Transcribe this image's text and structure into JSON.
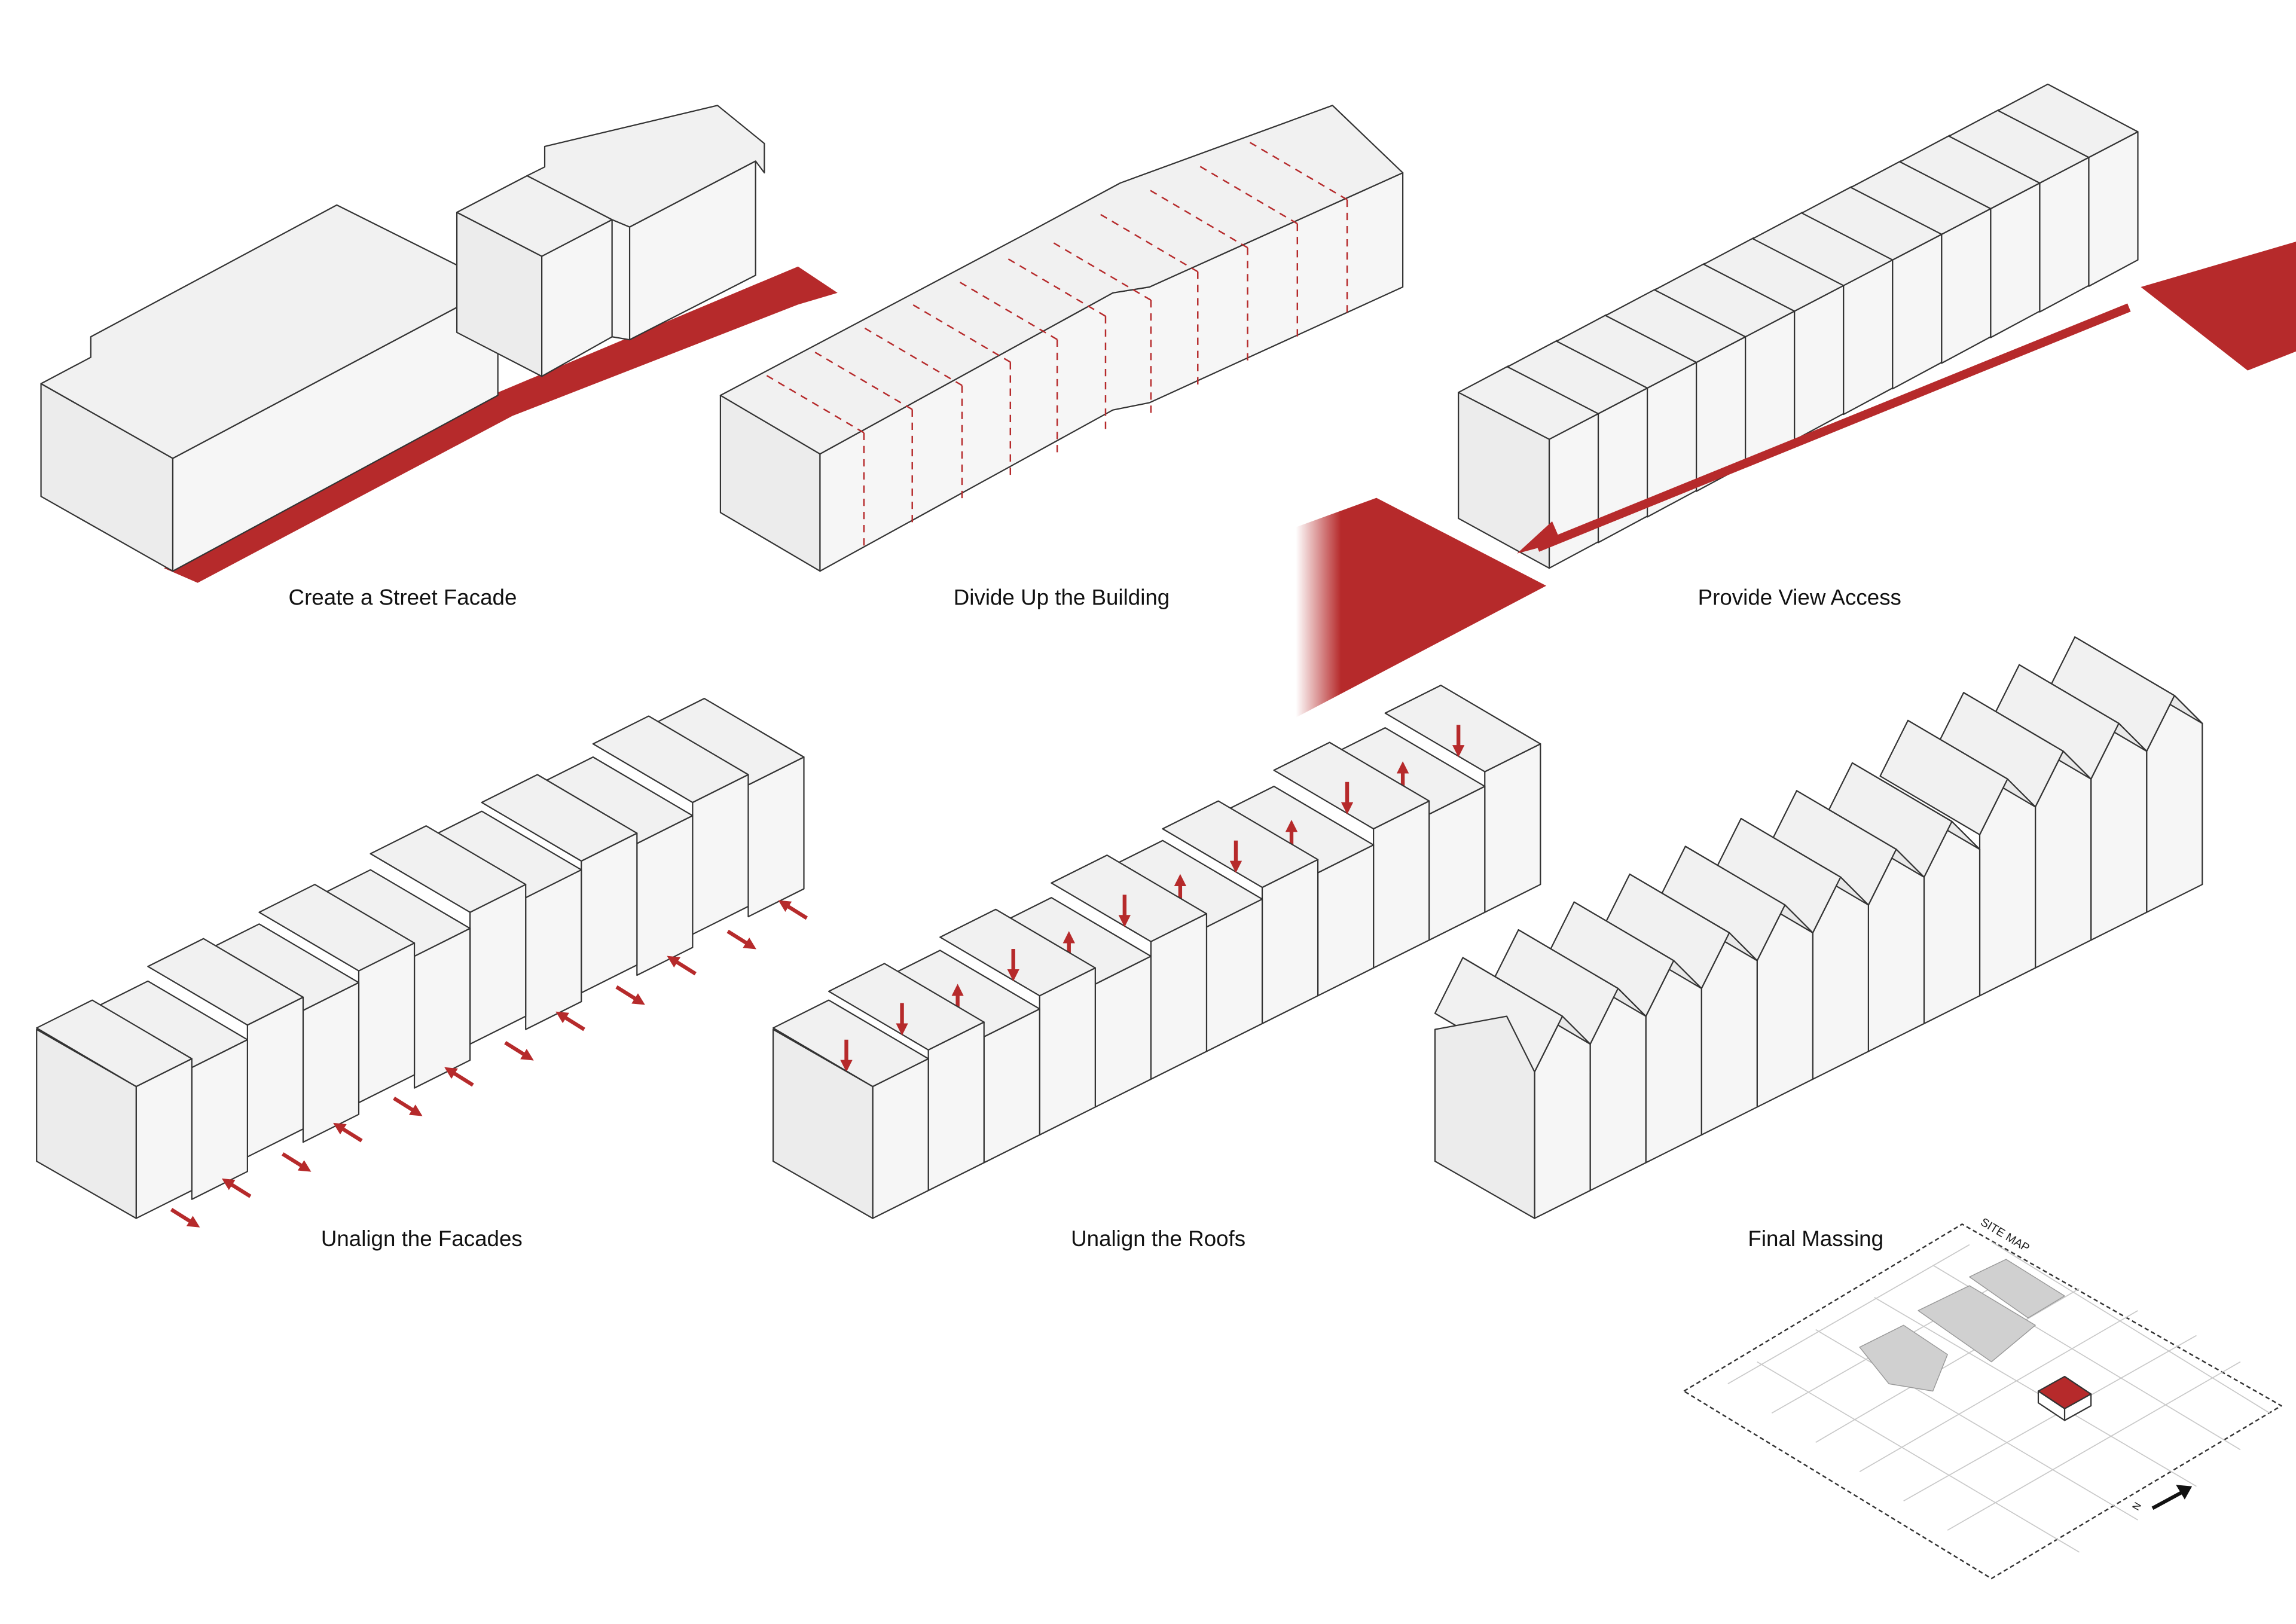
{
  "panels": [
    {
      "id": "street",
      "caption": "Create a Street Facade"
    },
    {
      "id": "divide",
      "caption": "Divide Up the Building"
    },
    {
      "id": "view",
      "caption": "Provide View Access"
    },
    {
      "id": "facades",
      "caption": "Unalign the Facades"
    },
    {
      "id": "roofs",
      "caption": "Unalign the Roofs"
    },
    {
      "id": "final",
      "caption": "Final Massing"
    }
  ],
  "site_map": {
    "label": "SITE MAP",
    "north": "N"
  },
  "colors": {
    "accent": "#b62a2b",
    "face_top": "#f1f1f1",
    "face_left": "#ececec",
    "face_right": "#f6f6f6",
    "stroke": "#333333"
  }
}
